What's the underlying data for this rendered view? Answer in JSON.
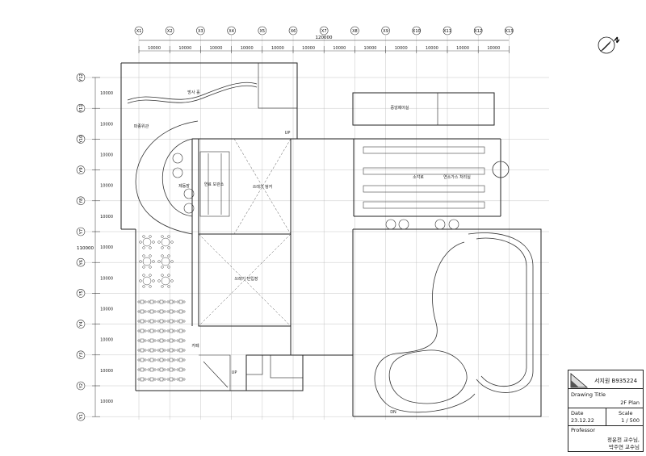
{
  "grid_x": [
    "X1",
    "X2",
    "X3",
    "X4",
    "X5",
    "X6",
    "X7",
    "X8",
    "X9",
    "X10",
    "X11",
    "X12",
    "X13"
  ],
  "grid_y": [
    "Y12",
    "Y11",
    "Y10",
    "Y9",
    "Y8",
    "Y7",
    "Y6",
    "Y5",
    "Y4",
    "Y3",
    "Y2",
    "Y1"
  ],
  "span_label": "10000",
  "overall_width": "120000",
  "overall_height": "110000",
  "rooms": {
    "exhibition_hall": "방사 홀",
    "gallery": "파종위관",
    "hall": "제동장",
    "storage": "연료 보관소",
    "sorting_hall_top": "쓰레기 벙커",
    "sorting_hall_bottom": "쓰레기 반입장",
    "control_room": "중앙제어실",
    "incinerator_a": "소각로",
    "incinerator_b": "연소가스 처리실",
    "cafe": "카페"
  },
  "markers": {
    "up1": "UP",
    "up2": "UP",
    "dn": "DN"
  },
  "title_block": {
    "student": "서지원 B935224",
    "drawing_title_label": "Drawing Title",
    "drawing_title": "2F Plan",
    "date_label": "Date",
    "date": "23.12.22",
    "scale_label": "Scale",
    "scale": "1 / 500",
    "professor_label": "Professor",
    "professor_1": "정윤천 교수님,",
    "professor_2": "박주연 교수님"
  },
  "colors": {
    "line": "#222222",
    "grid": "#9a9a9a",
    "fill": "#ffffff"
  }
}
